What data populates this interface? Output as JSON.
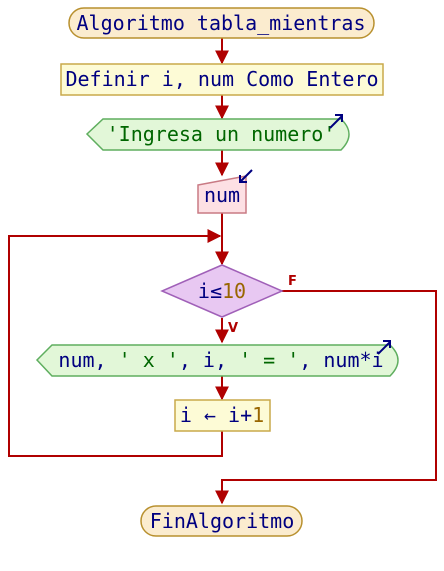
{
  "start": {
    "label": "Algoritmo tabla_mientras"
  },
  "define": {
    "label": "Definir i, num Como Entero"
  },
  "output1": {
    "text": "'Ingresa un numero'"
  },
  "input1": {
    "var": "num"
  },
  "condition": {
    "var": "i",
    "op": "≤",
    "value": "10",
    "false_label": "F",
    "true_label": "V"
  },
  "output2": {
    "p1": "num, ",
    "p2": "' x '",
    "p3": ", i, ",
    "p4": "' = '",
    "p5": ", num",
    "p6": "*",
    "p7": "i"
  },
  "assign": {
    "target": "i",
    "arrow": " ← ",
    "var": "i",
    "op": "+",
    "num": "1"
  },
  "end": {
    "label": "FinAlgoritmo"
  },
  "colors": {
    "line": "#b00000",
    "terminal_fill": "#fbeccf",
    "terminal_stroke": "#b8902e",
    "process_fill": "#fdfbd6",
    "process_stroke": "#c9a94a",
    "io_fill": "#e2f7d8",
    "io_stroke": "#5fae5f",
    "input_fill": "#fde0e4",
    "input_stroke": "#c97a84",
    "decision_fill": "#e8c8f2",
    "decision_stroke": "#a060b8",
    "io_arrow": "#000080"
  }
}
